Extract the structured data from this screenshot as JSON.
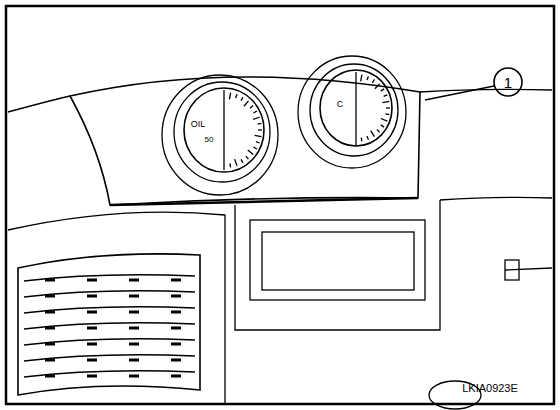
{
  "diagram": {
    "labels": [
      "1",
      "OIL",
      "50",
      "C",
      "LKIA0923E"
    ]
  }
}
